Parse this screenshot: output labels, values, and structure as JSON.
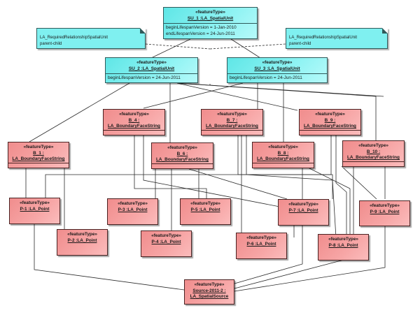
{
  "diagram": {
    "stereotype": "«featureType»",
    "spatial_units": [
      {
        "id": "su1",
        "name": "SU_1 :LA_SpatialUnit",
        "attributes": [
          "beginLifespanVersion = 1-Jan-2010",
          "endLifespanVersion = 24-Jun-2011"
        ]
      },
      {
        "id": "su2",
        "name": "SU_2 :LA_SpatialUnit",
        "attributes": [
          "beginLifespanVersion = 24-Jun-2011"
        ]
      },
      {
        "id": "su3",
        "name": "SU_3 :LA_SpatialUnit",
        "attributes": [
          "beginLifespanVersion = 24-Jun-2011"
        ]
      }
    ],
    "notes": [
      {
        "id": "note-left",
        "lines": [
          "LA_RequiredRelationshipSpatialUnit",
          "parent-child"
        ]
      },
      {
        "id": "note-right",
        "lines": [
          "LA_RequiredRelationshipSpatialUnit",
          "parent-child"
        ]
      }
    ],
    "boundaries": [
      {
        "id": "b1",
        "name": "B_1 :",
        "type": "LA_BoundaryFaceString"
      },
      {
        "id": "b4",
        "name": "B_4 :",
        "type": "LA_BoundaryFaceString"
      },
      {
        "id": "b6",
        "name": "B_6 :",
        "type": "LA_BoundaryFaceString"
      },
      {
        "id": "b7",
        "name": "B_7 :",
        "type": "LA_BoundaryFaceString"
      },
      {
        "id": "b8",
        "name": "B_8 :",
        "type": "LA_BoundaryFaceString"
      },
      {
        "id": "b9",
        "name": "B_9 :",
        "type": "LA_BoundaryFaceString"
      },
      {
        "id": "b10",
        "name": "B_10 :",
        "type": "LA_BoundaryFaceString"
      }
    ],
    "points": [
      {
        "id": "p1",
        "name": "P-1 :LA_Point"
      },
      {
        "id": "p2",
        "name": "P-2 :LA_Point"
      },
      {
        "id": "p3",
        "name": "P-3 :LA_Point"
      },
      {
        "id": "p4",
        "name": "P-4 :LA_Point"
      },
      {
        "id": "p5",
        "name": "P-5 :LA_Point"
      },
      {
        "id": "p6",
        "name": "P-6 :LA_Point"
      },
      {
        "id": "p7",
        "name": "P-7 :LA_Point"
      },
      {
        "id": "p8",
        "name": "P-8 :LA_Point"
      },
      {
        "id": "p9",
        "name": "P-9 :LA_Point"
      }
    ],
    "source": {
      "name": "Source-2011-2 :",
      "type": "LA_SpatialSource"
    },
    "colors": {
      "spatial_unit_fill": "#7ff0f0",
      "feature_fill": "#f7a6a6",
      "line": "#2b2b2b"
    }
  }
}
